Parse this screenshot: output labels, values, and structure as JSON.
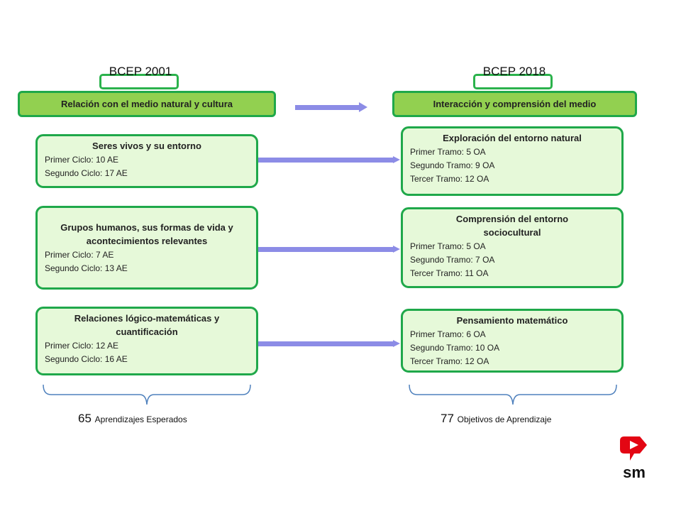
{
  "left": {
    "tag": "BCEP 2001",
    "header": "Relación con el medio natural y cultura",
    "boxes": [
      {
        "title": "Seres vivos y su entorno",
        "lines": [
          "Primer Ciclo: 10 AE",
          "Segundo Ciclo: 17 AE"
        ]
      },
      {
        "title": "Grupos humanos, sus formas de vida y acontecimientos relevantes",
        "lines": [
          "Primer Ciclo: 7 AE",
          "Segundo Ciclo: 13 AE"
        ]
      },
      {
        "title": "Relaciones lógico-matemáticas y cuantificación",
        "lines": [
          "Primer Ciclo: 12 AE",
          "Segundo Ciclo: 16 AE"
        ]
      }
    ],
    "total": {
      "number": "65",
      "label": "Aprendizajes Esperados"
    }
  },
  "right": {
    "tag": "BCEP 2018",
    "header": "Interacción y comprensión del medio",
    "boxes": [
      {
        "title": "Exploración del entorno natural",
        "lines": [
          "Primer Tramo: 5 OA",
          "Segundo Tramo: 9 OA",
          "Tercer Tramo: 12 OA"
        ]
      },
      {
        "title": "Comprensión del entorno sociocultural",
        "lines": [
          "Primer Tramo: 5 OA",
          "Segundo Tramo: 7 OA",
          "Tercer Tramo: 11 OA"
        ]
      },
      {
        "title": "Pensamiento matemático",
        "lines": [
          "Primer Tramo: 6 OA",
          "Segundo Tramo: 10 OA",
          "Tercer Tramo: 12 OA"
        ]
      }
    ],
    "total": {
      "number": "77",
      "label": "Objetivos de Aprendizaje"
    }
  },
  "logo": {
    "text": "sm",
    "icon": "play-triangle-icon",
    "color": "#e30613"
  },
  "colors": {
    "header": "#92d050",
    "box_fill": "#e6f9d9",
    "border": "#1fa84a",
    "arrow": "#8c8ce6",
    "brace": "#4f81bd"
  }
}
